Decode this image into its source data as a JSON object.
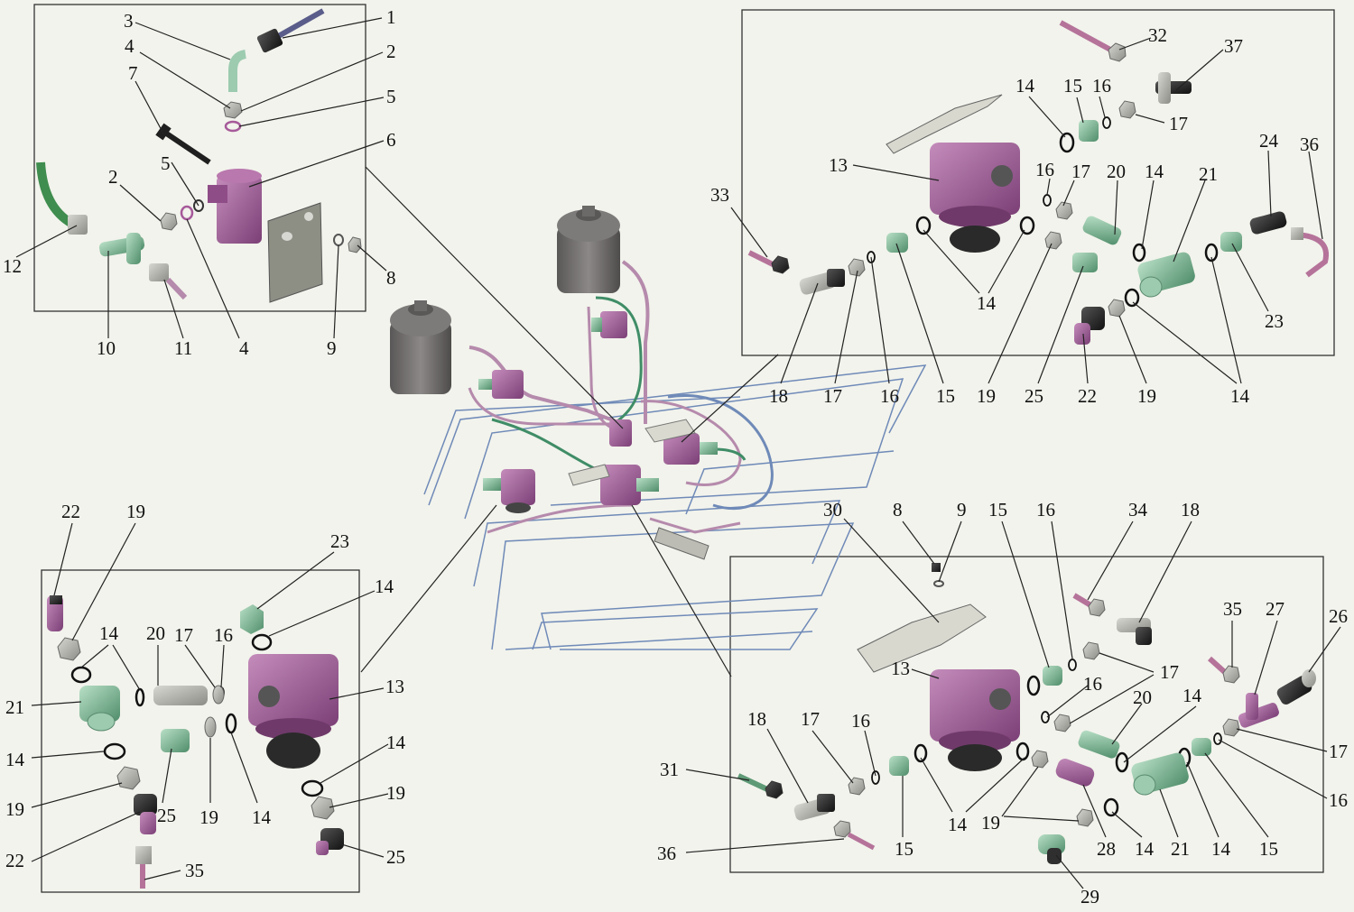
{
  "diagram": {
    "colors": {
      "background": "#f2f3ec",
      "valve_body": "#9b5e93",
      "fitting_green": "#5e9a76",
      "fitting_light_green": "#9ccbb0",
      "pipe_purple": "#b58aac",
      "pipe_green": "#3f8d67",
      "pipe_blue": "#6f8ab8",
      "metal_grey": "#b9b9b2",
      "dark_part": "#2f2f2f",
      "receiver_grey": "#6d6a6a"
    },
    "panels": {
      "top_left": {
        "labels": [
          "1",
          "2",
          "3",
          "4",
          "5",
          "6",
          "7",
          "5",
          "2",
          "4",
          "8",
          "9",
          "10",
          "11",
          "12"
        ]
      },
      "top_right": {
        "labels": [
          "32",
          "37",
          "14",
          "15",
          "16",
          "17",
          "13",
          "33",
          "16",
          "17",
          "20",
          "14",
          "21",
          "24",
          "36",
          "14",
          "18",
          "17",
          "16",
          "15",
          "19",
          "25",
          "22",
          "19",
          "14",
          "23"
        ]
      },
      "bottom_left": {
        "labels": [
          "22",
          "19",
          "23",
          "14",
          "14",
          "20",
          "17",
          "16",
          "13",
          "21",
          "14",
          "14",
          "19",
          "19",
          "25",
          "19",
          "14",
          "22",
          "35",
          "25"
        ]
      },
      "bottom_right": {
        "labels": [
          "30",
          "8",
          "9",
          "15",
          "16",
          "34",
          "18",
          "35",
          "27",
          "26",
          "13",
          "16",
          "17",
          "20",
          "14",
          "18",
          "17",
          "16",
          "17",
          "16",
          "31",
          "15",
          "14",
          "19",
          "28",
          "14",
          "21",
          "14",
          "15",
          "36",
          "29"
        ]
      }
    }
  }
}
